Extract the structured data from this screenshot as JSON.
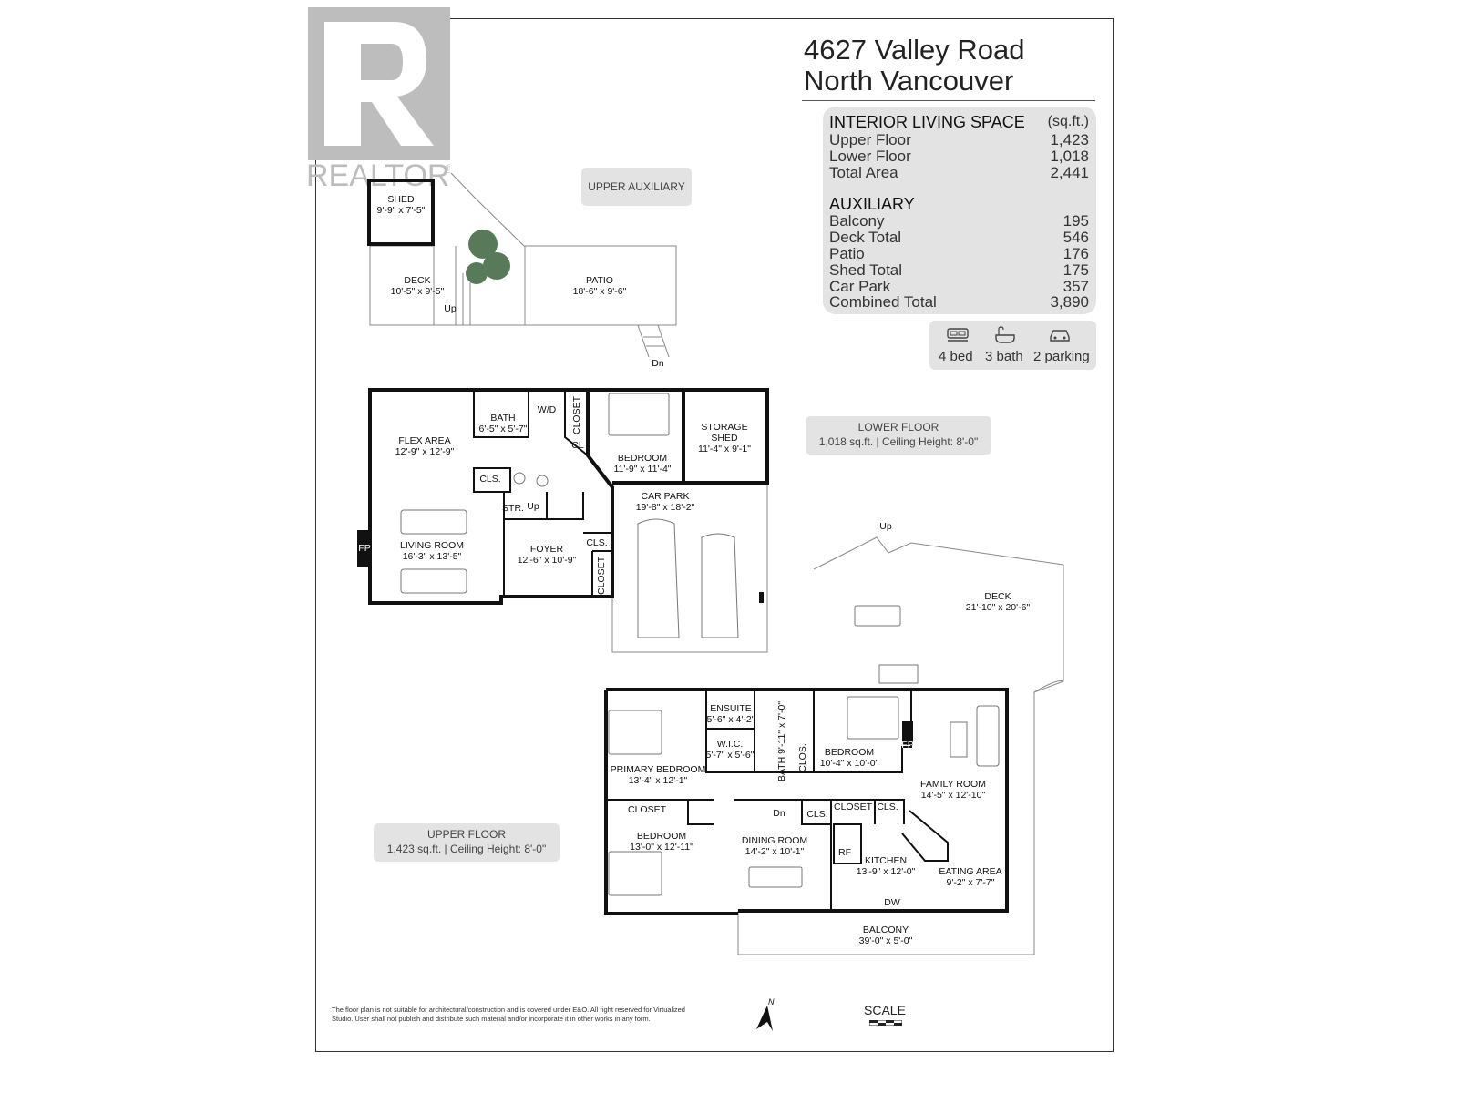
{
  "logo": {
    "text": "REALTOR",
    "mark": "®"
  },
  "address": {
    "line1": "4627 Valley Road",
    "line2": "North Vancouver"
  },
  "summary": {
    "interior_heading": "INTERIOR LIVING SPACE",
    "unit": "(sq.ft.)",
    "interior": [
      {
        "name": "Upper Floor",
        "value": "1,423"
      },
      {
        "name": "Lower Floor",
        "value": "1,018"
      },
      {
        "name": "Total Area",
        "value": "2,441"
      }
    ],
    "auxiliary_heading": "AUXILIARY",
    "auxiliary": [
      {
        "name": "Balcony",
        "value": "195"
      },
      {
        "name": "Deck Total",
        "value": "546"
      },
      {
        "name": "Patio",
        "value": "176"
      },
      {
        "name": "Shed Total",
        "value": "175"
      },
      {
        "name": "Car Park",
        "value": "357"
      },
      {
        "name": "Combined Total",
        "value": "3,890"
      }
    ]
  },
  "stats": {
    "bed": "4 bed",
    "bath": "3 bath",
    "parking": "2 parking"
  },
  "sections": {
    "upper_auxiliary": "UPPER AUXILIARY",
    "lower_floor": {
      "title": "LOWER FLOOR",
      "detail": "1,018 sq.ft. | Ceiling Height: 8'-0\""
    },
    "upper_floor": {
      "title": "UPPER FLOOR",
      "detail": "1,423 sq.ft. | Ceiling Height: 8'-0\""
    }
  },
  "rooms": {
    "shed": {
      "name": "SHED",
      "dim": "9'-9\" x 7'-5\""
    },
    "aux_deck": {
      "name": "DECK",
      "dim": "10'-5\" x 9'-5\""
    },
    "patio": {
      "name": "PATIO",
      "dim": "18'-6\" x 9'-6\""
    },
    "flex": {
      "name": "FLEX AREA",
      "dim": "12'-9\" x 12'-9\""
    },
    "bath_lower": {
      "name": "BATH",
      "dim": "6'-5\" x 5'-7\""
    },
    "wd": {
      "name": "W/D"
    },
    "closet_lower": {
      "name": "CLOSET"
    },
    "cl_lower": {
      "name": "CL"
    },
    "bedroom_lower": {
      "name": "BEDROOM",
      "dim": "11'-9\" x 11'-4\""
    },
    "storage": {
      "name": "STORAGE",
      "name2": "SHED",
      "dim": "11'-4\" x 9'-1\""
    },
    "cls_lower1": {
      "name": "CLS."
    },
    "str": {
      "name": "STR."
    },
    "car_park": {
      "name": "CAR PARK",
      "dim": "19'-8\" x 18'-2\""
    },
    "living": {
      "name": "LIVING ROOM",
      "dim": "16'-3\" x 13'-5\""
    },
    "fp_lower": {
      "name": "FP"
    },
    "foyer": {
      "name": "FOYER",
      "dim": "12'-6\" x 10'-9\""
    },
    "cls_lower2": {
      "name": "CLS."
    },
    "closet_lower2": {
      "name": "CLOSET"
    },
    "deck_upper": {
      "name": "DECK",
      "dim": "21'-10\" x 20'-6\""
    },
    "ensuite": {
      "name": "ENSUITE",
      "dim": "5'-6\" x 4'-2\""
    },
    "wic": {
      "name": "W.I.C.",
      "dim": "5'-7\" x 5'-6\""
    },
    "bath_upper": {
      "name": "BATH",
      "dim": "9'-11\" x 7'-0\""
    },
    "clos": {
      "name": "CLOS."
    },
    "bedroom_upper1": {
      "name": "BEDROOM",
      "dim": "10'-4\" x 10'-0\""
    },
    "fp_upper": {
      "name": "FP"
    },
    "primary": {
      "name": "PRIMARY BEDROOM",
      "dim": "13'-4\" x 12'-1\""
    },
    "family": {
      "name": "FAMILY ROOM",
      "dim": "14'-5\" x 12'-10\""
    },
    "closet_upper": {
      "name": "CLOSET"
    },
    "bedroom_upper2": {
      "name": "BEDROOM",
      "dim": "13'-0\" x 12'-11\""
    },
    "cls_upper1": {
      "name": "CLS."
    },
    "closet_upper2": {
      "name": "CLOSET"
    },
    "cls_upper2": {
      "name": "CLS."
    },
    "dining": {
      "name": "DINING ROOM",
      "dim": "14'-2\" x 10'-1\""
    },
    "rf": {
      "name": "RF"
    },
    "kitchen": {
      "name": "KITCHEN",
      "dim": "13'-9\" x 12'-0\""
    },
    "eating": {
      "name": "EATING AREA",
      "dim": "9'-2\" x 7'-7\""
    },
    "dw": {
      "name": "DW"
    },
    "balcony": {
      "name": "BALCONY",
      "dim": "39'-0\" x 5'-0\""
    }
  },
  "stairs": {
    "up": "Up",
    "dn": "Dn"
  },
  "disclaimer": "The floor plan is not suitable for architectural/construction and is covered under E&O. All right reserved for Virtualized Studio. User shall not publish and distribute such material and/or incorporate it in other works in any form.",
  "north": "N",
  "scale": "SCALE",
  "icons": {
    "bed": "bed-icon",
    "bath": "bathtub-icon",
    "parking": "car-icon"
  }
}
